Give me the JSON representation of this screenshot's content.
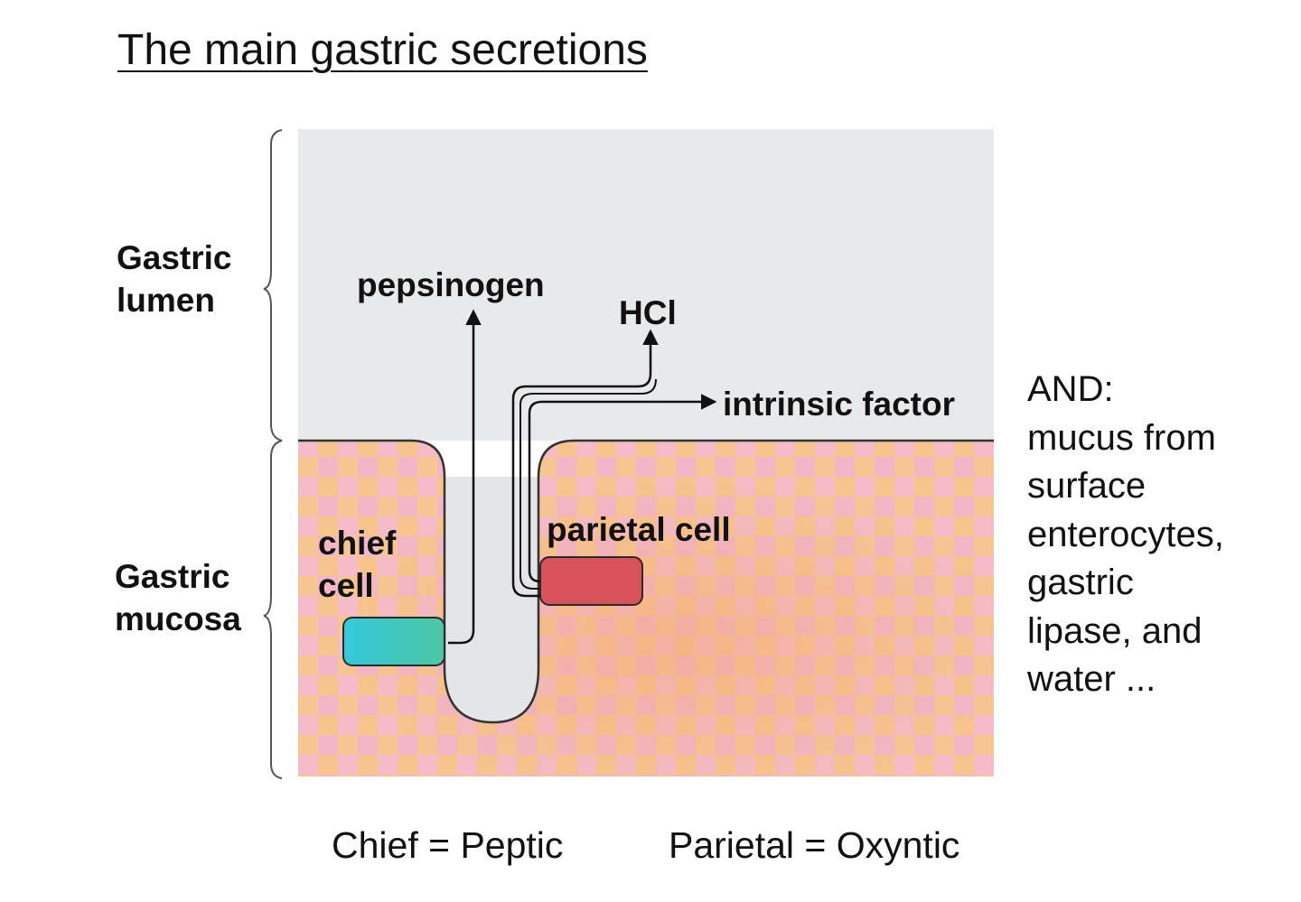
{
  "title": "The main gastric secretions",
  "regions": {
    "lumen": [
      "Gastric",
      "lumen"
    ],
    "mucosa": [
      "Gastric",
      "mucosa"
    ]
  },
  "labels": {
    "pepsinogen": "pepsinogen",
    "hcl": "HCl",
    "intrinsic_factor": "intrinsic factor",
    "parietal_cell": "parietal cell",
    "chief_cell": [
      "chief",
      "cell"
    ]
  },
  "side_note": [
    "AND:",
    "mucus from",
    "surface",
    "enterocytes,",
    "gastric",
    "lipase,  and",
    "water ..."
  ],
  "captions": {
    "chief": "Chief = Peptic",
    "parietal": "Parietal = Oxyntic"
  },
  "colors": {
    "lumen": "#e8e9eb",
    "mucosa_pink": "#f2b4c6",
    "mucosa_orange": "#f6c38a",
    "chief_cell": "#3fc9d2",
    "parietal_cell": "#d8505a",
    "outline": "#222222"
  }
}
